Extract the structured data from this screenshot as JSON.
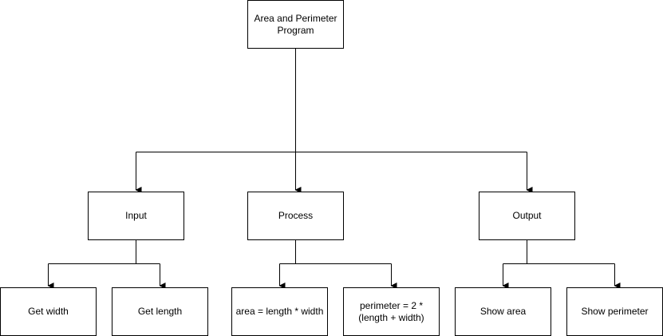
{
  "diagram": {
    "root": {
      "label": "Area and Perimeter\nProgram"
    },
    "input": {
      "label": "Input",
      "children": [
        {
          "label": "Get width"
        },
        {
          "label": "Get length"
        }
      ]
    },
    "process": {
      "label": "Process",
      "children": [
        {
          "label": "area = length * width"
        },
        {
          "label": "perimeter = 2 *\n(length + width)"
        }
      ]
    },
    "output": {
      "label": "Output",
      "children": [
        {
          "label": "Show area"
        },
        {
          "label": "Show perimeter"
        }
      ]
    }
  },
  "colors": {
    "stroke": "#000000",
    "fill": "#ffffff",
    "text": "#000000"
  }
}
